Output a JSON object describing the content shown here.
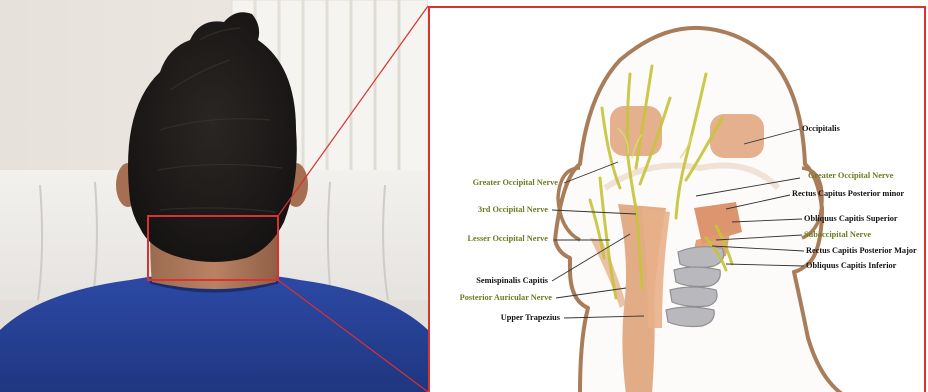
{
  "colors": {
    "highlight_box": "#d9322f",
    "nerve": "#c6c43a",
    "nerve_label": "#6d7a1f",
    "muscle": "#e0a27a",
    "outline": "#a97d5a",
    "shirt": "#28439c"
  },
  "photo": {
    "icon": "person-back-of-head-photo"
  },
  "diagram": {
    "left_labels": [
      {
        "text": "Greater Occipital Nerve",
        "kind": "nerve"
      },
      {
        "text": "3rd Occipital Nerve",
        "kind": "nerve"
      },
      {
        "text": "Lesser Occipital Nerve",
        "kind": "nerve"
      },
      {
        "text": "Semispinalis Capitis",
        "kind": "muscle"
      },
      {
        "text": "Posterior Auricular Nerve",
        "kind": "nerve"
      },
      {
        "text": "Upper Trapezius",
        "kind": "muscle"
      }
    ],
    "right_labels": [
      {
        "text": "Occipitalis",
        "kind": "muscle"
      },
      {
        "text": "Greater Occipital Nerve",
        "kind": "nerve"
      },
      {
        "text": "Rectus Capitus Posterior minor",
        "kind": "muscle"
      },
      {
        "text": "Obliquus Capitis Superior",
        "kind": "muscle"
      },
      {
        "text": "Suboccipital Nerve",
        "kind": "nerve"
      },
      {
        "text": "Rectus Capitis Posterior Major",
        "kind": "muscle"
      },
      {
        "text": "Obliquus Capitis Inferior",
        "kind": "muscle"
      }
    ]
  }
}
